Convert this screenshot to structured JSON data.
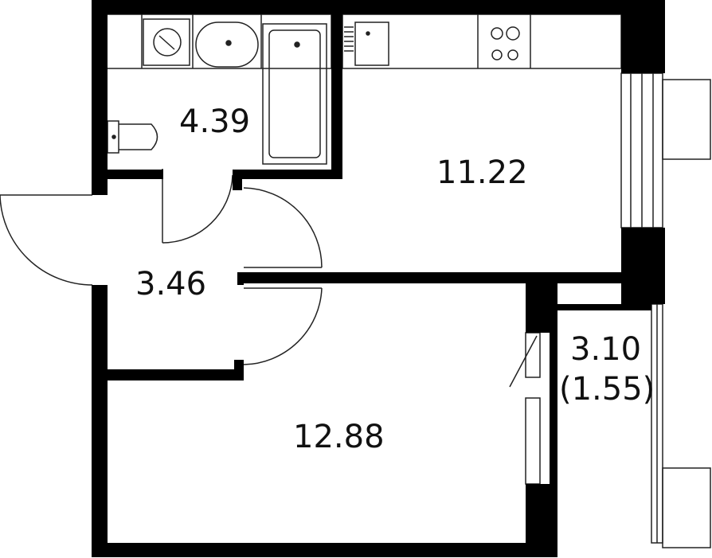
{
  "floor_plan": {
    "rooms": [
      {
        "id": "bathroom",
        "area": "4.39"
      },
      {
        "id": "kitchen_living",
        "area": "11.22"
      },
      {
        "id": "hallway",
        "area": "3.46"
      },
      {
        "id": "bedroom",
        "area": "12.88"
      },
      {
        "id": "balcony",
        "area": "3.10",
        "area_reduced": "(1.55)"
      }
    ],
    "colors": {
      "wall": "#000000",
      "background": "#ffffff",
      "fixture_stroke": "#222222"
    }
  }
}
